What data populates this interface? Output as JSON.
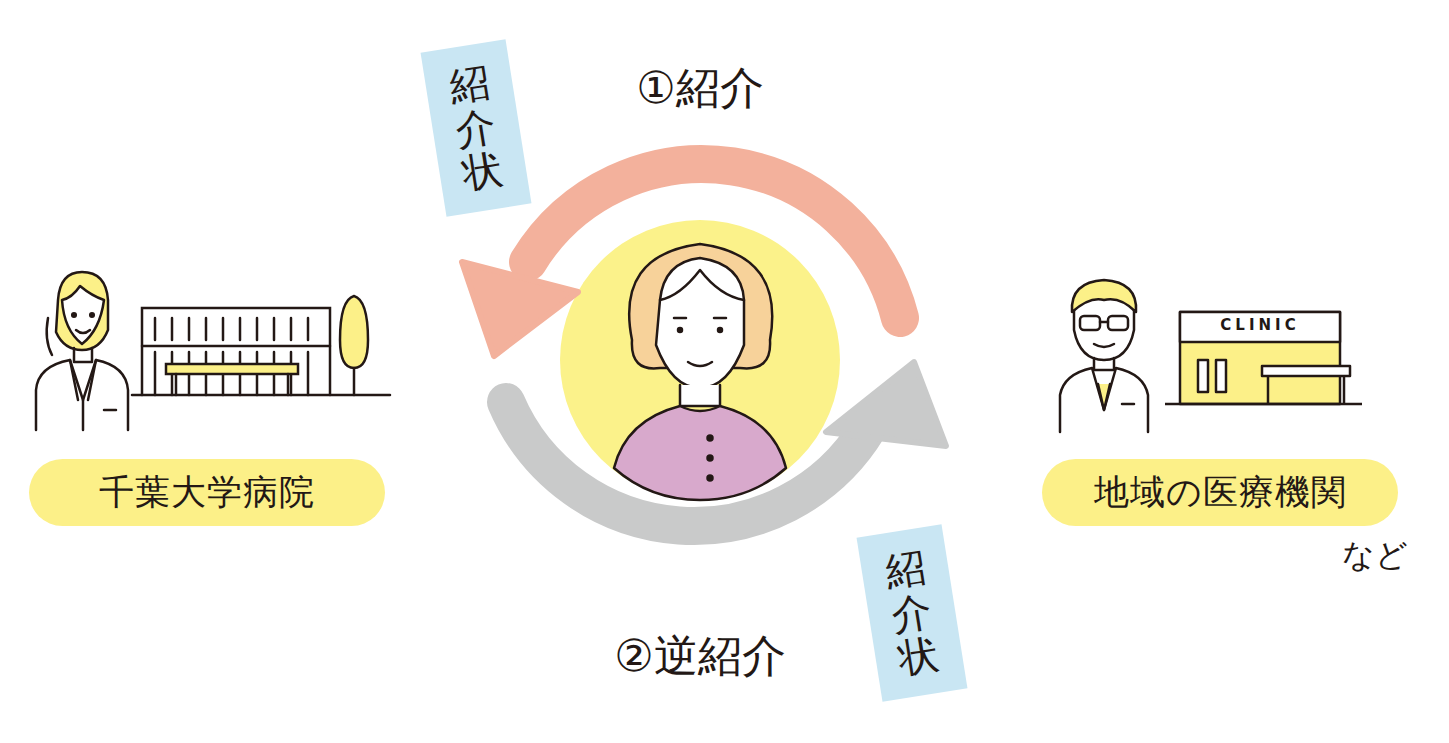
{
  "diagram": {
    "nodes": [
      {
        "text": [
          "紹介状"
        ]
      },
      {
        "text": [
          "千葉大学病院"
        ]
      },
      {
        "text": [
          "地域の医療機関"
        ]
      },
      {
        "text": [
          "紹介状"
        ]
      }
    ],
    "edges": [
      {
        "from": 2,
        "to": 1,
        "arrow": "to",
        "label": "①紹介"
      },
      {
        "from": 1,
        "to": 2,
        "arrow": "to",
        "label": "②逆紹介"
      }
    ],
    "labels": [
      "など",
      "CLINIC"
    ]
  }
}
